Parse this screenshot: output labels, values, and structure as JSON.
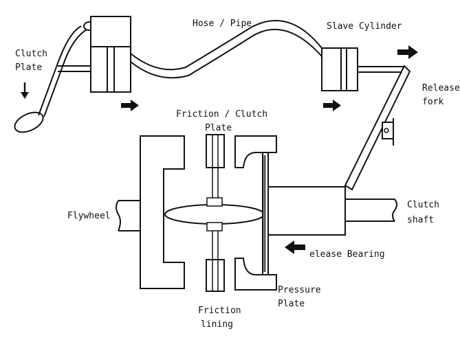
{
  "labels": {
    "clutch_plate_line1": "Clutch",
    "clutch_plate_line2": "Plate",
    "hose_pipe": "Hose / Pipe",
    "slave_cylinder": "Slave Cylinder",
    "release_fork_line1": "Release",
    "release_fork_line2": "fork",
    "friction_clutch_plate_line1": "Friction / Clutch",
    "friction_clutch_plate_line2": "Plate",
    "flywheel": "Flywheel",
    "clutch_shaft_line1": "Clutch",
    "clutch_shaft_line2": "shaft",
    "release_bearing": "elease Bearing",
    "pressure_plate_line1": "Pressure",
    "pressure_plate_line2": "Plate",
    "friction_lining_line1": "Friction",
    "friction_lining_line2": "lining"
  },
  "colors": {
    "ink": "#111111",
    "paper": "#ffffff",
    "hatch": "#555555"
  }
}
